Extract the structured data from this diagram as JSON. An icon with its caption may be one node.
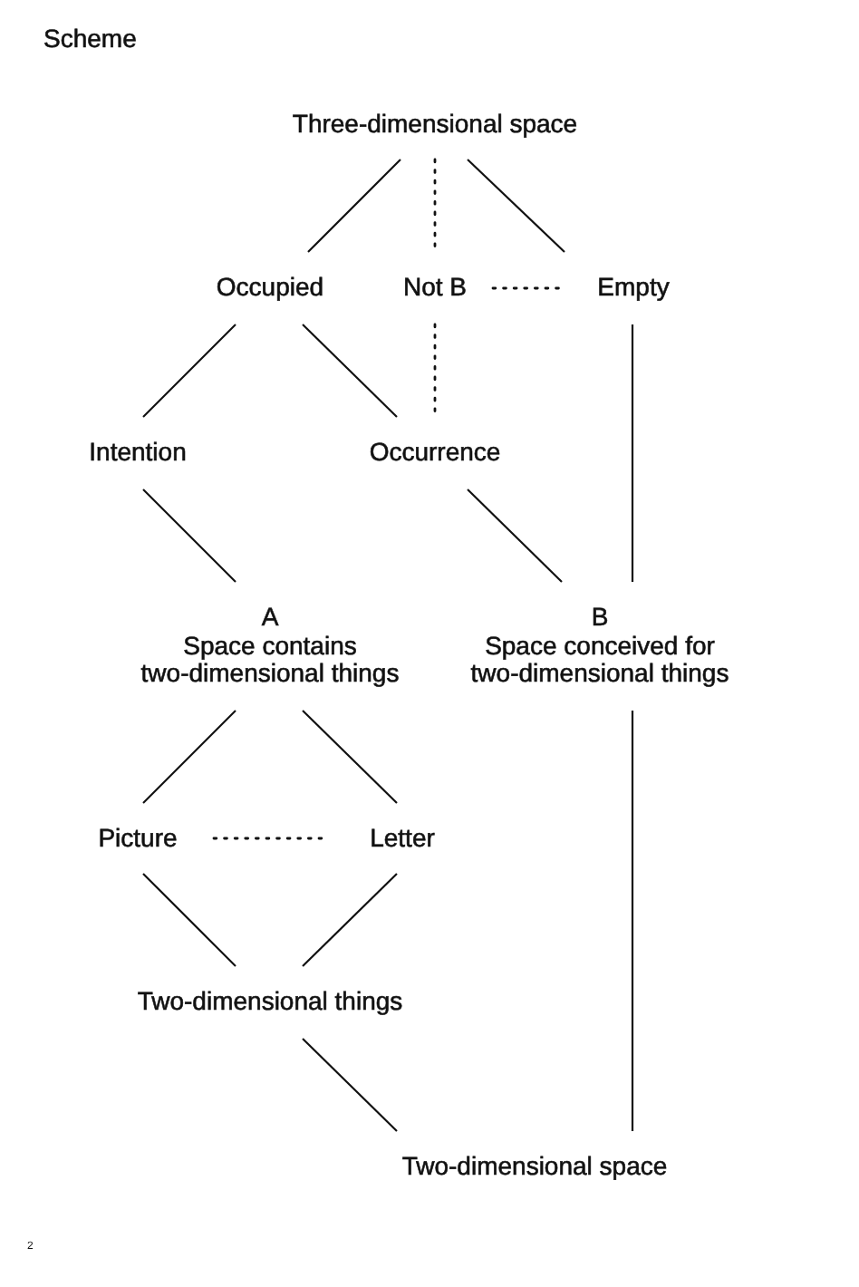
{
  "diagram": {
    "title": "Scheme",
    "nodes": [
      {
        "text": [
          "Three-dimensional space"
        ]
      },
      {
        "text": [
          "Occupied"
        ]
      },
      {
        "text": [
          "Not B"
        ]
      },
      {
        "text": [
          "Empty"
        ]
      },
      {
        "text": [
          "Intention"
        ]
      },
      {
        "text": [
          "Occurrence"
        ]
      },
      {
        "text": [
          "A",
          "Space contains two-dimensional things"
        ]
      },
      {
        "text": [
          "B",
          "Space conceived for two-dimensional things"
        ]
      },
      {
        "text": [
          "Picture"
        ]
      },
      {
        "text": [
          "Letter"
        ]
      },
      {
        "text": [
          "Two-dimensional things"
        ]
      },
      {
        "text": [
          "Two-dimensional space"
        ]
      }
    ],
    "edges": [
      {
        "from": 0,
        "to": 1,
        "arrow": "none"
      },
      {
        "from": 0,
        "to": 2,
        "arrow": "none",
        "style": "dashed"
      },
      {
        "from": 0,
        "to": 3,
        "arrow": "none"
      },
      {
        "from": 2,
        "to": 3,
        "arrow": "none",
        "style": "dashed"
      },
      {
        "from": 1,
        "to": 4,
        "arrow": "none"
      },
      {
        "from": 1,
        "to": 5,
        "arrow": "none"
      },
      {
        "from": 2,
        "to": 5,
        "arrow": "none",
        "style": "dashed"
      },
      {
        "from": 3,
        "to": 7,
        "arrow": "none"
      },
      {
        "from": 4,
        "to": 6,
        "arrow": "none"
      },
      {
        "from": 5,
        "to": 7,
        "arrow": "none"
      },
      {
        "from": 6,
        "to": 8,
        "arrow": "none"
      },
      {
        "from": 6,
        "to": 9,
        "arrow": "none"
      },
      {
        "from": 8,
        "to": 9,
        "arrow": "none",
        "style": "dashed"
      },
      {
        "from": 8,
        "to": 10,
        "arrow": "none"
      },
      {
        "from": 9,
        "to": 10,
        "arrow": "none"
      },
      {
        "from": 10,
        "to": 11,
        "arrow": "none"
      },
      {
        "from": 7,
        "to": 11,
        "arrow": "none"
      }
    ],
    "labels": [
      "2"
    ]
  }
}
